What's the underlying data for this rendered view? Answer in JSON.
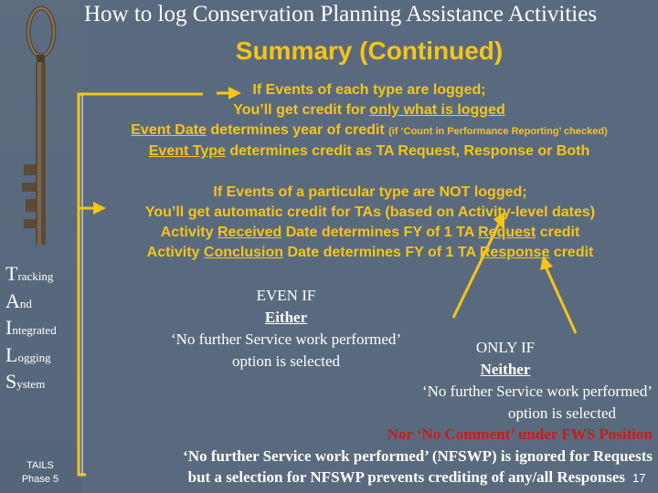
{
  "slide": {
    "title": "How to log Conservation Planning Assistance Activities",
    "subtitle": "Summary (Continued)",
    "page_number": "17"
  },
  "sidebar": {
    "tails_letters": [
      {
        "big": "T",
        "rest": "racking"
      },
      {
        "big": "A",
        "rest": "nd"
      },
      {
        "big": "I",
        "rest": "ntegrated"
      },
      {
        "big": "L",
        "rest": "ogging"
      },
      {
        "big": "S",
        "rest": "ystem"
      }
    ],
    "footer_line1": "TAILS",
    "footer_line2": "Phase 5"
  },
  "logged": {
    "line1": "If Events of each type are logged;",
    "line2_a": "You’ll get credit for ",
    "line2_b": "only what is logged",
    "line3_a": "Event Date",
    "line3_b": " determines year of credit ",
    "line3_c": "(if ‘Count in Performance Reporting’ checked)",
    "line4_a": "Event Type",
    "line4_b": " determines credit as TA Request, Response or Both"
  },
  "not_logged": {
    "line1": "If Events of a particular type are NOT logged;",
    "line2": "You’ll get automatic credit for TAs (based on Activity-level dates)",
    "line3_a": "Activity ",
    "line3_b": "Received",
    "line3_c": " Date determines FY of 1 TA ",
    "line3_d": "Request",
    "line3_e": " credit",
    "line4_a": "Activity ",
    "line4_b": "Conclusion",
    "line4_c": " Date determines FY of 1 TA ",
    "line4_d": "Response",
    "line4_e": " credit"
  },
  "even_if": {
    "line1": "EVEN IF",
    "line2": "Either",
    "line3": "‘No further Service work performed’",
    "line4": "option is selected"
  },
  "only_if": {
    "line1": "ONLY IF",
    "line2": "Neither"
  },
  "bottom": {
    "line1": "‘No further Service work performed’",
    "line2": "option is selected",
    "line3": "Nor ‘No Comment’ under FWS Position",
    "line4": "‘No further Service work performed’ (NFSWP) is ignored for Requests",
    "line5": "but a selection for NFSWP prevents crediting of any/all Responses"
  },
  "colors": {
    "background": "#5a6a7e",
    "accent_yellow": "#f5c518",
    "text_white": "#ffffff",
    "warning_red": "#cc1a1a"
  }
}
